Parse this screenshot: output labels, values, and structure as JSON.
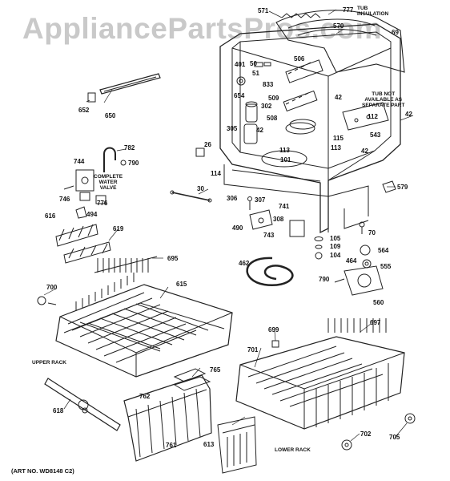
{
  "watermark": "AppliancePartsPros.com",
  "art_number": "(ART NO. WD8148 C2)",
  "notes": {
    "tub_insulation": "TUB\nINSULATION",
    "tub_not_available": "TUB NOT\nAVAILABLE AS\nSEPARATE PART",
    "complete_water_valve": "COMPLETE\nWATER\nVALVE",
    "upper_rack": "UPPER RACK",
    "lower_rack": "LOWER RACK"
  },
  "part_numbers": {
    "p571": "571",
    "p777": "777",
    "p570": "570",
    "p69": "69",
    "p50": "50",
    "p51": "51",
    "p401": "401",
    "p833": "833",
    "p506": "506",
    "p654": "654",
    "p509": "509",
    "p302": "302",
    "p508": "508",
    "p42a": "42",
    "p42b": "42",
    "p42c": "42",
    "p42d": "42",
    "p112": "112",
    "p305": "305",
    "p115": "115",
    "p543": "543",
    "p113a": "113",
    "p113b": "113",
    "p101": "101",
    "p26": "26",
    "p114": "114",
    "p30": "30",
    "p579": "579",
    "p306": "306",
    "p307": "307",
    "p741": "741",
    "p308": "308",
    "p490": "490",
    "p743": "743",
    "p70": "70",
    "p105": "105",
    "p109": "109",
    "p104": "104",
    "p564": "564",
    "p464": "464",
    "p555": "555",
    "p790b": "790",
    "p560": "560",
    "p462": "462",
    "p652": "652",
    "p650": "650",
    "p782": "782",
    "p790a": "790",
    "p744": "744",
    "p746": "746",
    "p776": "776",
    "p494": "494",
    "p616": "616",
    "p619": "619",
    "p695": "695",
    "p700": "700",
    "p615": "615",
    "p765": "765",
    "p618": "618",
    "p762": "762",
    "p761": "761",
    "p613": "613",
    "p699": "699",
    "p701": "701",
    "p697": "697",
    "p702": "702",
    "p705": "705"
  }
}
